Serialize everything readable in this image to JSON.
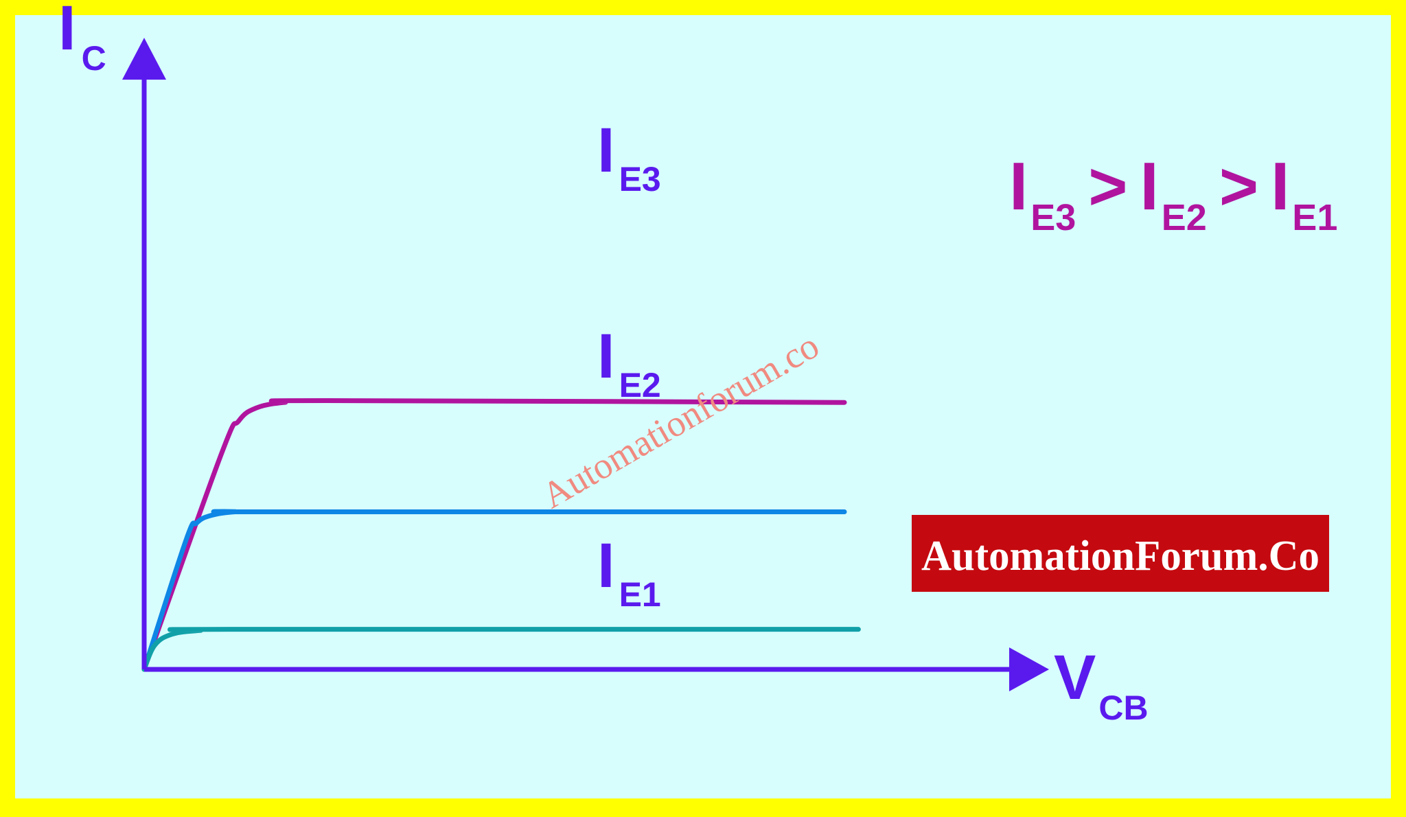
{
  "colors": {
    "frame": "#ffff00",
    "background": "#d7fdfd",
    "axis": "#5a1aee",
    "label": "#5a1aee",
    "ie3": "#b0149e",
    "ie2": "#0e86e6",
    "ie1": "#11a0a8",
    "relation": "#b0149e",
    "watermark": "#f08a80",
    "logo_bg": "#c40a10",
    "logo_text": "#ffffff"
  },
  "chart_data": {
    "type": "line",
    "title": "",
    "xlabel": {
      "main": "V",
      "sub": "CB"
    },
    "ylabel": {
      "main": "I",
      "sub": "C"
    },
    "xlim": [
      0,
      10
    ],
    "ylim": [
      0,
      10
    ],
    "grid": false,
    "legend": "none",
    "series": [
      {
        "key": "ie3",
        "label_main": "I",
        "label_sub": "E3",
        "x": [
          0,
          1.1,
          1.35,
          1.6,
          2.0,
          2.6,
          10
        ],
        "y": [
          0,
          5.8,
          6.7,
          7.05,
          7.2,
          7.25,
          7.2
        ]
      },
      {
        "key": "ie2",
        "label_main": "I",
        "label_sub": "E2",
        "x": [
          0,
          0.6,
          0.75,
          0.95,
          1.3,
          1.8,
          10
        ],
        "y": [
          0,
          3.5,
          3.95,
          4.15,
          4.25,
          4.25,
          4.25
        ]
      },
      {
        "key": "ie1",
        "label_main": "I",
        "label_sub": "E1",
        "x": [
          0,
          0.15,
          0.4,
          0.8,
          1.2,
          10.2
        ],
        "y": [
          0,
          0.65,
          0.95,
          1.05,
          1.08,
          1.08
        ]
      }
    ],
    "relation": [
      {
        "main": "I",
        "sub": "E3"
      },
      {
        "op": ">"
      },
      {
        "main": "I",
        "sub": "E2"
      },
      {
        "op": ">"
      },
      {
        "main": "I",
        "sub": "E1"
      }
    ]
  },
  "watermark": "Automationforum.co",
  "logo": "AutomationForum.Co"
}
